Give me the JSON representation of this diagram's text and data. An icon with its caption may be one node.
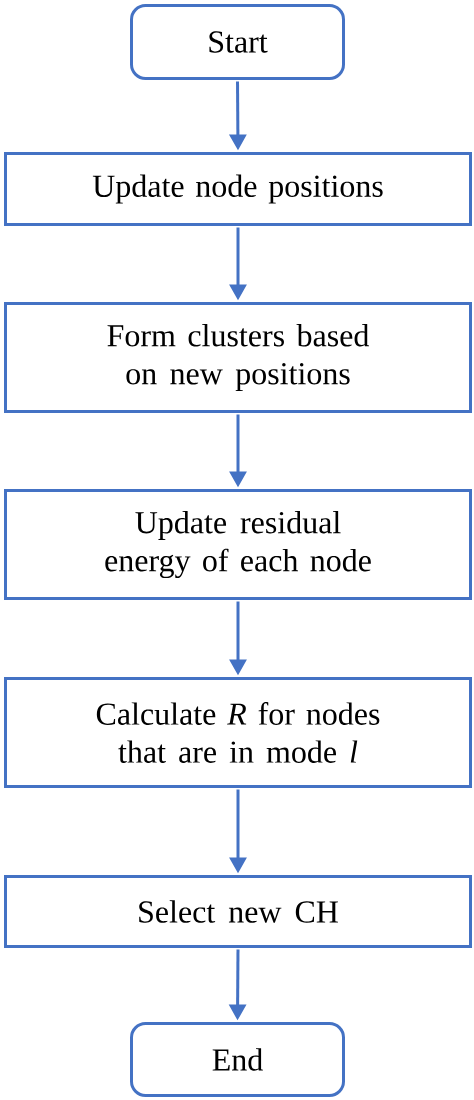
{
  "diagram": {
    "nodes": [
      {
        "text": [
          "Start"
        ]
      },
      {
        "text": [
          "Update node positions"
        ]
      },
      {
        "text": [
          "Form clusters based on new positions"
        ]
      },
      {
        "text": [
          "Update residual energy of each node"
        ]
      },
      {
        "text": [
          "Calculate *R* for nodes that are in mode *l*"
        ]
      },
      {
        "text": [
          "Select new CH"
        ]
      },
      {
        "text": [
          "End"
        ]
      }
    ],
    "edges": [
      {
        "from": 0,
        "to": 1,
        "arrow": "to"
      },
      {
        "from": 1,
        "to": 2,
        "arrow": "to"
      },
      {
        "from": 2,
        "to": 3,
        "arrow": "to"
      },
      {
        "from": 3,
        "to": 4,
        "arrow": "to"
      },
      {
        "from": 4,
        "to": 5,
        "arrow": "to"
      },
      {
        "from": 5,
        "to": 6,
        "arrow": "to"
      }
    ]
  }
}
